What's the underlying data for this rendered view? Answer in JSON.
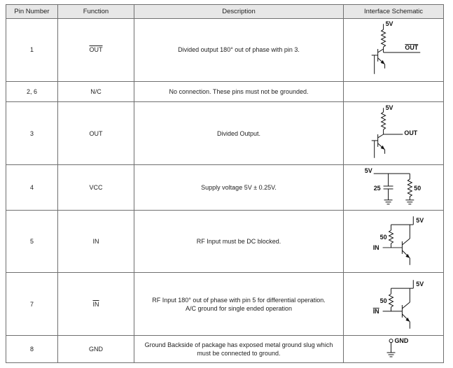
{
  "columns": {
    "pin_number": "Pin Number",
    "function": "Function",
    "description": "Description",
    "schematic": "Interface Schematic"
  },
  "rows": [
    {
      "pin": "1",
      "function": "OUT",
      "function_overline": true,
      "description": "Divided output 180° out of phase with pin 3.",
      "schematic": {
        "supply": "5V",
        "label": "OUT",
        "label_overline": true
      }
    },
    {
      "pin": "2, 6",
      "function": "N/C",
      "function_overline": false,
      "description": "No connection. These pins must not be grounded.",
      "schematic": null
    },
    {
      "pin": "3",
      "function": "OUT",
      "function_overline": false,
      "description": "Divided Output.",
      "schematic": {
        "supply": "5V",
        "label": "OUT",
        "label_overline": false
      }
    },
    {
      "pin": "4",
      "function": "VCC",
      "function_overline": false,
      "description": "Supply voltage 5V ± 0.25V.",
      "schematic": {
        "supply": "5V",
        "cap_value": "25",
        "res_value": "50"
      }
    },
    {
      "pin": "5",
      "function": "IN",
      "function_overline": false,
      "description": "RF Input must be DC blocked.",
      "schematic": {
        "supply": "5V",
        "res_value": "50",
        "label": "IN",
        "label_overline": false
      }
    },
    {
      "pin": "7",
      "function": "IN",
      "function_overline": true,
      "description": "RF Input 180° out of phase with pin 5 for differential operation.\nA/C ground for single ended operation",
      "schematic": {
        "supply": "5V",
        "res_value": "50",
        "label": "IN",
        "label_overline": true
      }
    },
    {
      "pin": "8",
      "function": "GND",
      "function_overline": false,
      "description": "Ground Backside of package has exposed metal ground slug which\nmust be connected to ground.",
      "schematic": {
        "label": "GND"
      }
    }
  ]
}
